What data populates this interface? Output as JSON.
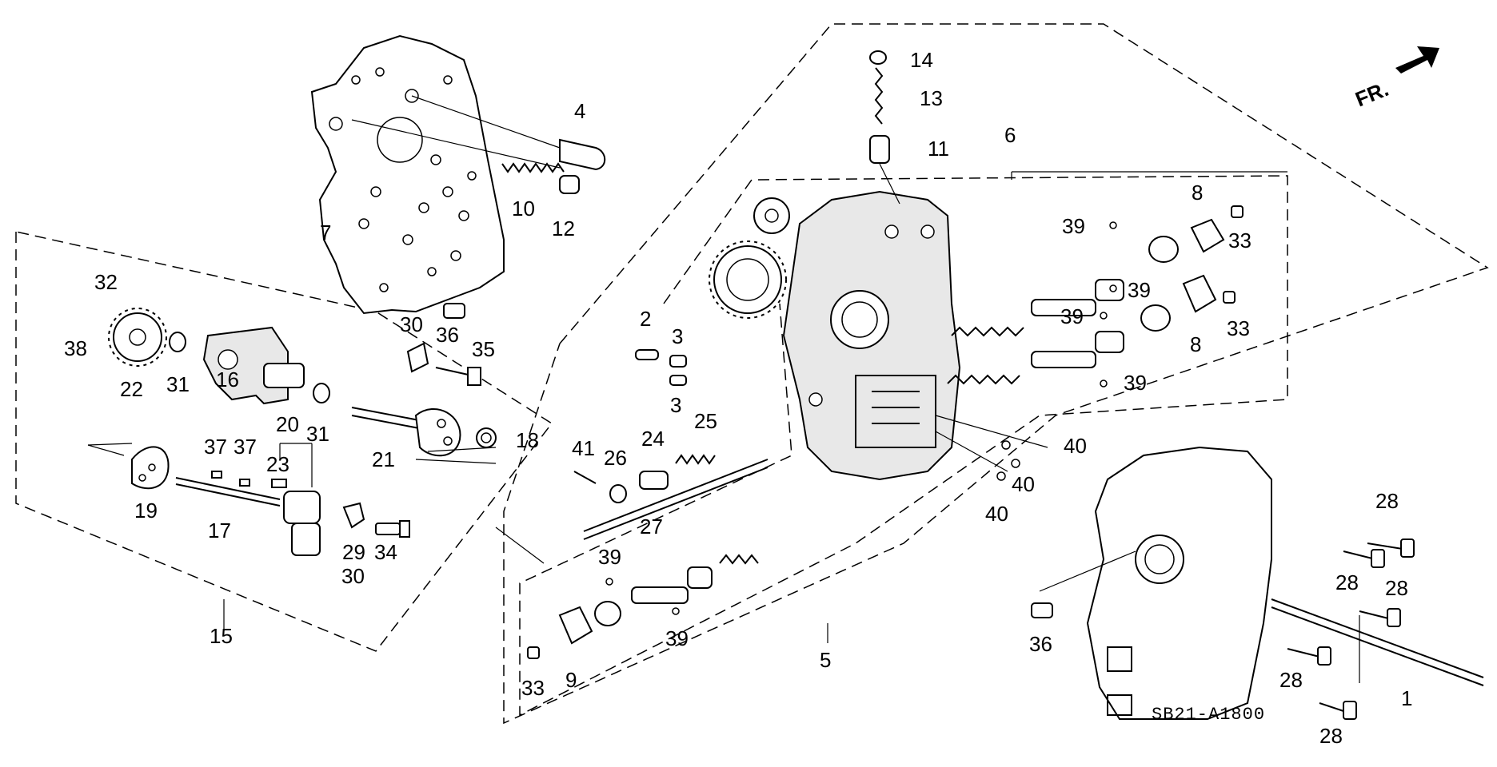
{
  "diagram": {
    "part_code": "SB21-A1800",
    "direction_label": "FR.",
    "callouts": {
      "c1": "1",
      "c2": "2",
      "c3a": "3",
      "c3b": "3",
      "c4": "4",
      "c5": "5",
      "c6": "6",
      "c7": "7",
      "c8a": "8",
      "c8b": "8",
      "c9": "9",
      "c10": "10",
      "c11": "11",
      "c12": "12",
      "c13": "13",
      "c14": "14",
      "c15": "15",
      "c16": "16",
      "c17": "17",
      "c18": "18",
      "c19": "19",
      "c20": "20",
      "c21": "21",
      "c22": "22",
      "c23": "23",
      "c24": "24",
      "c25": "25",
      "c26": "26",
      "c27": "27",
      "c28a": "28",
      "c28b": "28",
      "c28c": "28",
      "c28d": "28",
      "c28e": "28",
      "c29": "29",
      "c30a": "30",
      "c30b": "30",
      "c31a": "31",
      "c31b": "31",
      "c32": "32",
      "c33a": "33",
      "c33b": "33",
      "c33c": "33",
      "c34": "34",
      "c35": "35",
      "c36a": "36",
      "c36b": "36",
      "c37a": "37",
      "c37b": "37",
      "c38": "38",
      "c39a": "39",
      "c39b": "39",
      "c39c": "39",
      "c39d": "39",
      "c39e": "39",
      "c39f": "39",
      "c40a": "40",
      "c40b": "40",
      "c40c": "40",
      "c41": "41"
    }
  }
}
